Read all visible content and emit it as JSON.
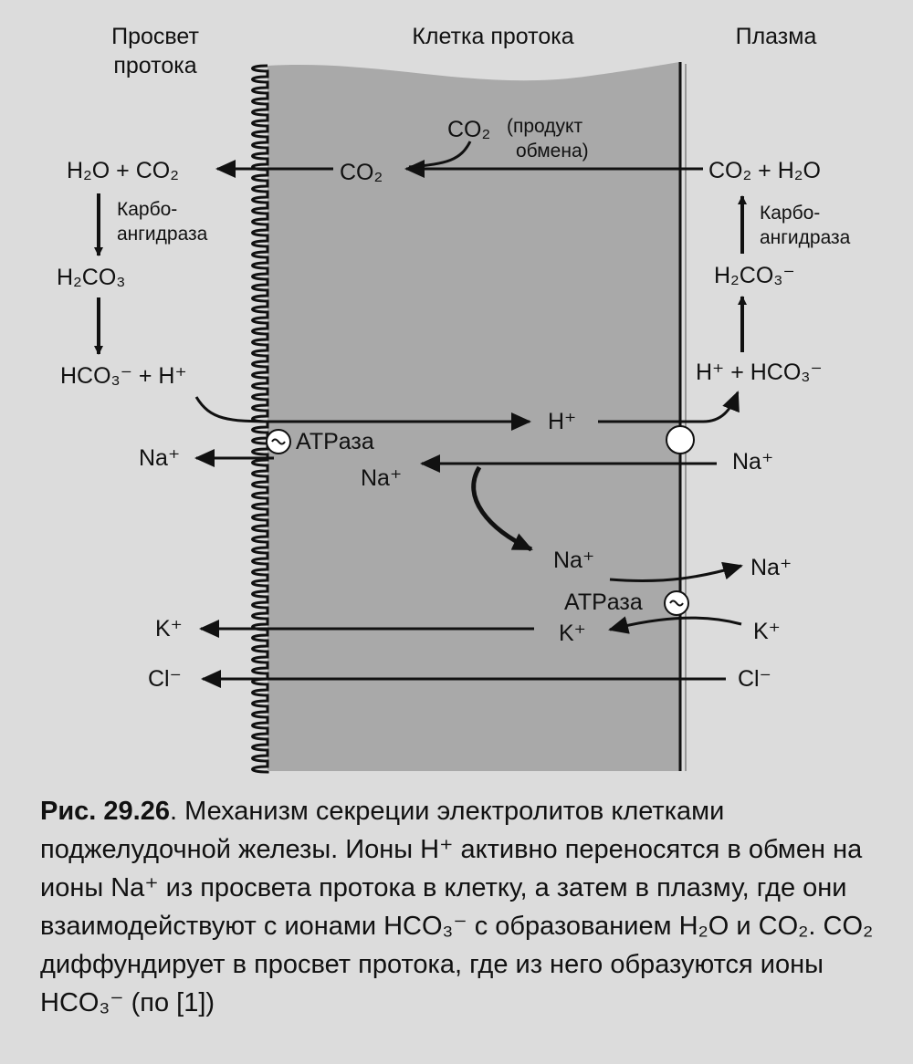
{
  "headers": {
    "lumen": [
      "Просвет",
      "протока"
    ],
    "cell": "Клетка протока",
    "plasma": "Плазма"
  },
  "labels": {
    "lumen_h2o_co2": "H₂O + CO₂",
    "carbo_anh": [
      "Карбо-",
      "ангидраза"
    ],
    "lumen_h2co3": "H₂CO₃",
    "lumen_hco3_h": "HCO₃⁻ + H⁺",
    "lumen_na": "Na⁺",
    "atpase": "ATPаза",
    "lumen_k": "K⁺",
    "lumen_cl": "Cl⁻",
    "cell_co2_product": "CO₂",
    "product_note": [
      "(продукт",
      "обмена)"
    ],
    "cell_co2": "CO₂",
    "cell_h": "H⁺",
    "cell_na_upper": "Na⁺",
    "cell_na_lower": "Na⁺",
    "cell_k": "K⁺",
    "plasma_co2_h2o": "CO₂ + H₂O",
    "plasma_h2co3": "H₂CO₃⁻",
    "plasma_h_hco3": "H⁺ + HCO₃⁻",
    "plasma_na_upper": "Na⁺",
    "plasma_na_lower": "Na⁺",
    "plasma_k": "K⁺",
    "plasma_cl": "Cl⁻"
  },
  "caption": {
    "figure": "Рис. 29.26",
    "text": ". Механизм секреции электролитов клетками поджелудочной железы. Ионы H⁺ активно переносятся в обмен на ионы Na⁺ из просвета протока в клетку, а затем в плазму, где они взаимодействуют с ионами HCO₃⁻ с образованием H₂O и CO₂. CO₂ диффундирует в просвет протока, где из него образуются ионы HCO₃⁻ (по [1])"
  },
  "colors": {
    "cell_fill": "#a9a9a9",
    "ink": "#111111",
    "background": "#dcdcdc"
  }
}
